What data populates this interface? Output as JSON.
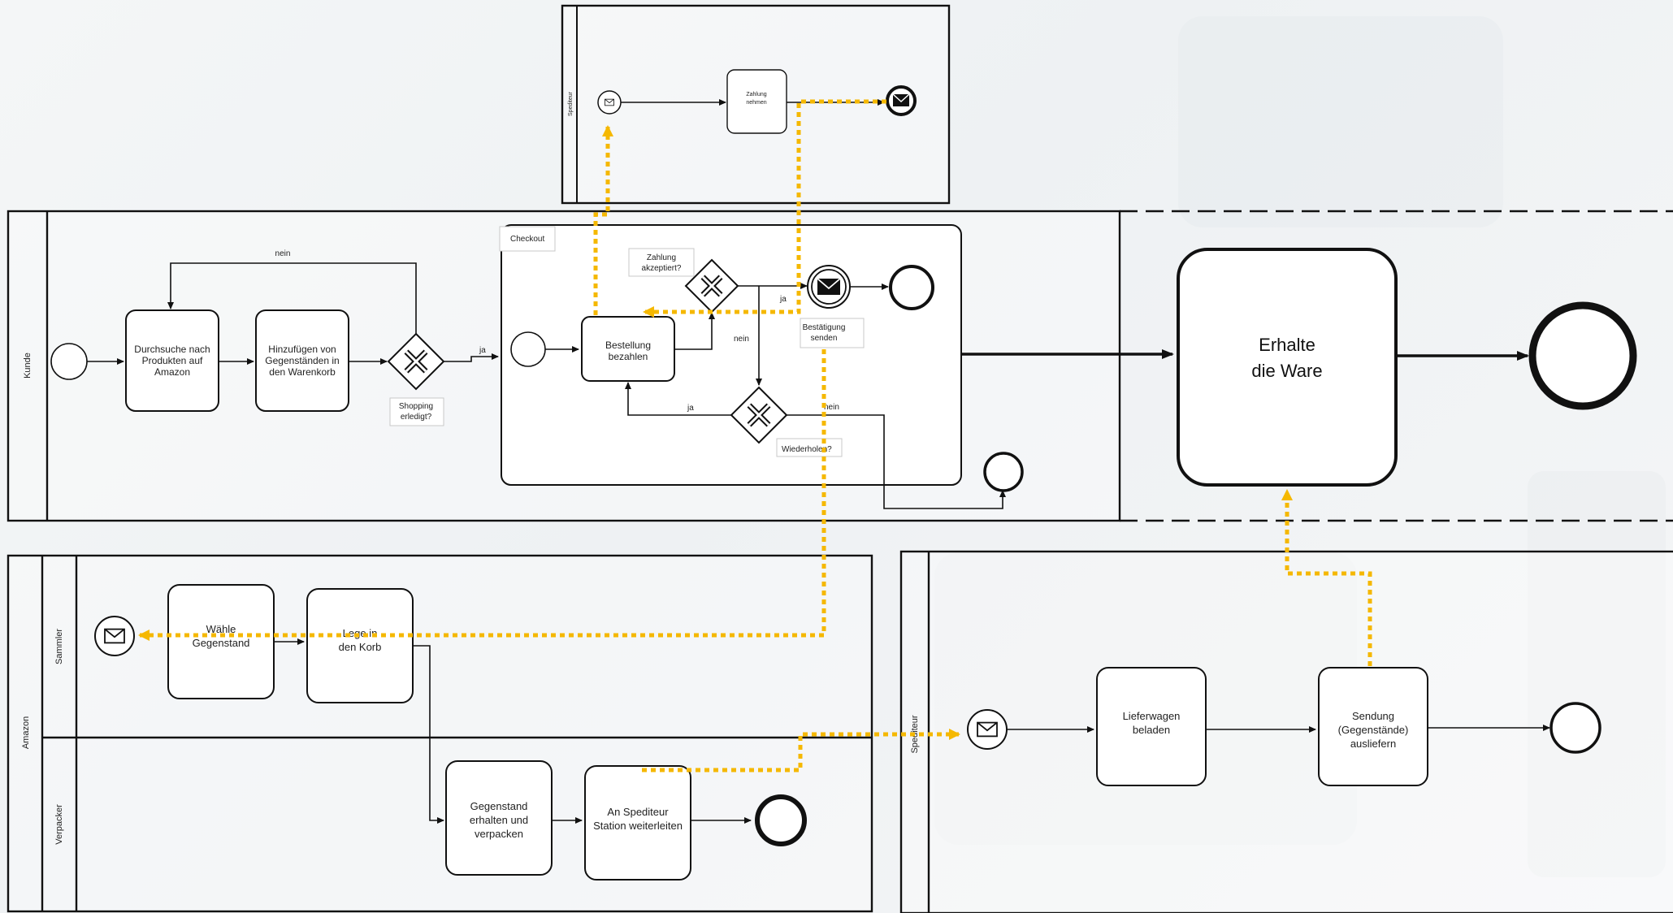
{
  "pools": {
    "kunde": "Kunde",
    "amazon": "Amazon",
    "sammler": "Sammler",
    "verpacker": "Verpacker",
    "spediteur_top": "Spediteur",
    "spediteur_bottom": "Spediteur"
  },
  "subprocess": {
    "checkout": "Checkout"
  },
  "tasks": {
    "durchsuche": [
      "Durchsuche nach",
      "Produkten auf",
      "Amazon"
    ],
    "hinzufuegen": [
      "Hinzufügen von",
      "Gegenständen in",
      "den Warenkorb"
    ],
    "bestellung_bezahlen": [
      "Bestellung",
      "bezahlen"
    ],
    "erhalte_ware": [
      "Erhalte",
      "die Ware"
    ],
    "zahlung_nehmen": [
      "Zahlung",
      "nehmen"
    ],
    "waehle": [
      "Wähle",
      "Gegenstand"
    ],
    "lege_korb": [
      "Lege in",
      "den Korb"
    ],
    "gegenstand_erhalten": [
      "Gegenstand",
      "erhalten und",
      "verpacken"
    ],
    "an_spediteur": [
      "An Spediteur",
      "Station weiterleiten"
    ],
    "lieferwagen": [
      "Lieferwagen",
      "beladen"
    ],
    "sendung": [
      "Sendung",
      "(Gegenstände)",
      "ausliefern"
    ]
  },
  "gateway_labels": {
    "shopping_erledigt": [
      "Shopping",
      "erledigt?"
    ],
    "zahlung_akzeptiert": [
      "Zahlung",
      "akzeptiert?"
    ],
    "wiederholen": "Wiederholen?"
  },
  "event_labels": {
    "bestaetigung": [
      "Bestätigung",
      "senden"
    ]
  },
  "flow_labels": {
    "nein_loop": "nein",
    "ja_shopping": "ja",
    "ja_zahlung": "ja",
    "nein_zahlung": "nein",
    "ja_wiederholen": "ja",
    "nein_wiederholen": "nein"
  },
  "colors": {
    "message_flow": "#f5b800",
    "stroke": "#111111"
  }
}
